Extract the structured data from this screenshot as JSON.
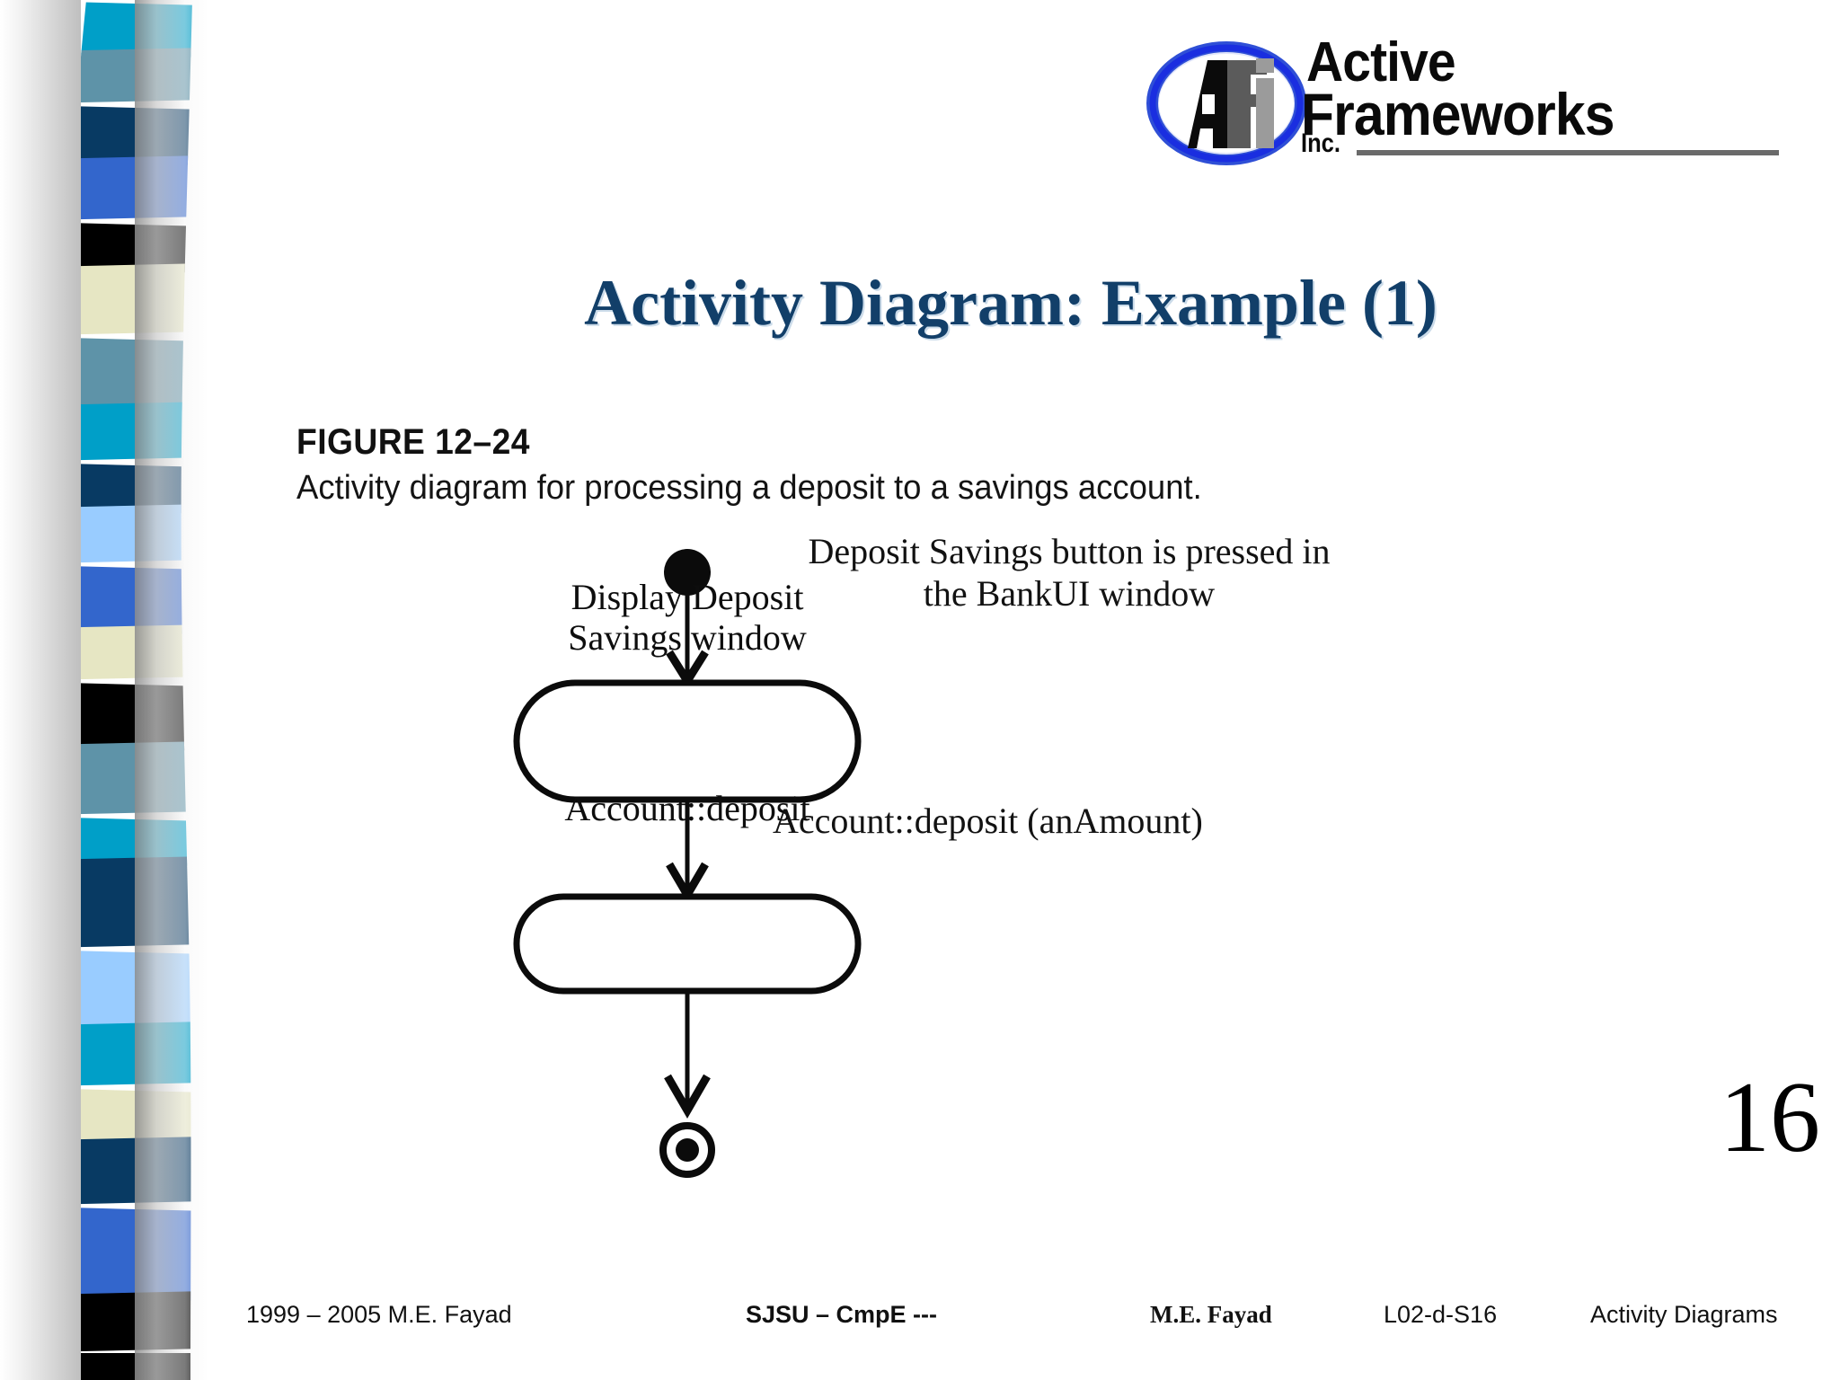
{
  "slide": {
    "title": "Activity Diagram: Example (1)",
    "page_number": "16",
    "title_color": "#123f69"
  },
  "logo": {
    "mark_text": "AFi",
    "line1": "Active",
    "line2": "Frameworks",
    "line3": "Inc.",
    "ring_color": "#1a2ee0",
    "ring_color_outer": "#2f4fd6"
  },
  "figure": {
    "label": "FIGURE 12–24",
    "caption": "Activity diagram for processing a deposit to a savings account."
  },
  "diagram": {
    "type": "uml-activity-diagram",
    "start_node": "filled-circle",
    "end_node": "bullseye-circle",
    "nodes": [
      {
        "id": "n1",
        "label_line1": "Display Deposit",
        "label_line2": "Savings window"
      },
      {
        "id": "n2",
        "label_line1": "Account::deposit",
        "label_line2": ""
      }
    ],
    "annotations": [
      {
        "id": "a1",
        "line1": "Deposit Savings button is pressed in",
        "line2": "the BankUI window"
      },
      {
        "id": "a2",
        "line1": "Account::deposit (anAmount)",
        "line2": ""
      }
    ]
  },
  "footer": {
    "copyright": "1999 – 2005 M.E. Fayad",
    "course": "SJSU – CmpE ---",
    "author": "M.E. Fayad",
    "code": "L02-d-S16",
    "topic": "Activity Diagrams"
  },
  "sidebar": {
    "stripes": [
      {
        "color": "#009FC8",
        "h": 58
      },
      {
        "color": "#5E93A8",
        "h": 58
      },
      {
        "color": "#083A63",
        "h": 62
      },
      {
        "color": "#3366CC",
        "h": 68
      },
      {
        "color": "#000000",
        "h": 52
      },
      {
        "color": "#E6E6C3",
        "h": 76
      },
      {
        "color": "#5E93A8",
        "h": 78
      },
      {
        "color": "#009FC8",
        "h": 62
      },
      {
        "color": "#083A63",
        "h": 52
      },
      {
        "color": "#99CCFF",
        "h": 62
      },
      {
        "color": "#3366CC",
        "h": 72
      },
      {
        "color": "#E6E6C3",
        "h": 58
      },
      {
        "color": "#000000",
        "h": 72
      },
      {
        "color": "#5E93A8",
        "h": 78
      },
      {
        "color": "#009FC8",
        "h": 50
      },
      {
        "color": "#083A63",
        "h": 98
      },
      {
        "color": "#99CCFF",
        "h": 86
      },
      {
        "color": "#009FC8",
        "h": 68
      },
      {
        "color": "#E6E6C3",
        "h": 60
      },
      {
        "color": "#083A63",
        "h": 72
      },
      {
        "color": "#3366CC",
        "h": 100
      },
      {
        "color": "#000000",
        "h": 64
      }
    ]
  }
}
